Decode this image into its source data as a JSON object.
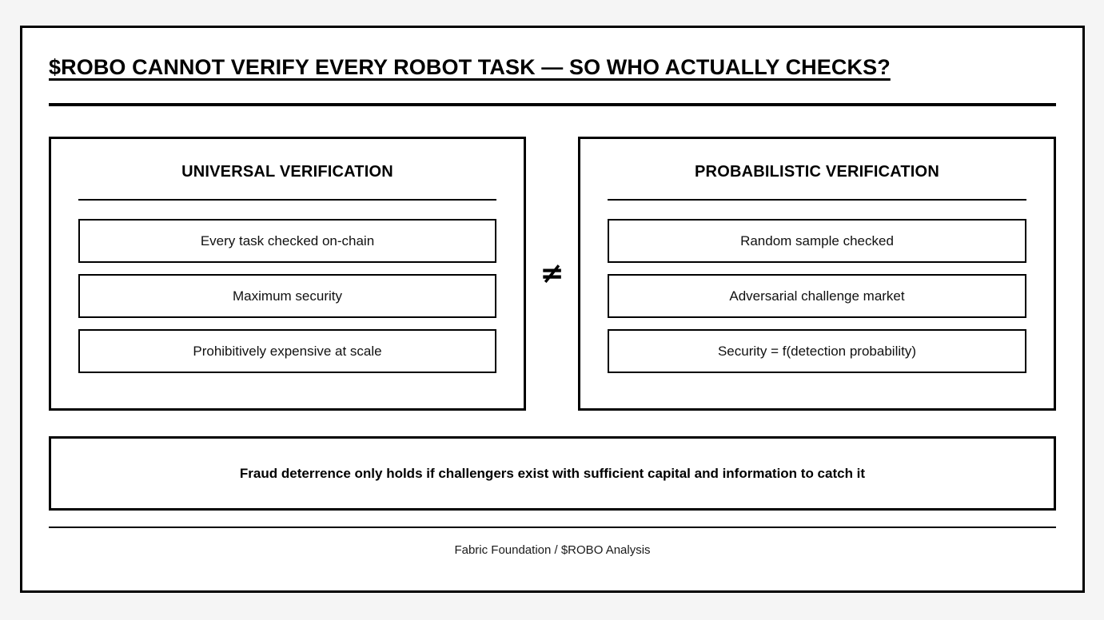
{
  "slide": {
    "title": "$ROBO CANNOT VERIFY EVERY ROBOT TASK — SO WHO ACTUALLY CHECKS?",
    "comparison_operator": "≠",
    "callout": "Fraud deterrence only holds if challengers exist with sufficient capital and information to catch it",
    "footer": "Fabric Foundation / $ROBO Analysis",
    "colors": {
      "page_background": "#f5f5f5",
      "card_background": "#ffffff",
      "border": "#000000",
      "text": "#000000",
      "footer_text": "#1a1a1a"
    }
  },
  "columns": [
    {
      "heading": "UNIVERSAL VERIFICATION",
      "items": [
        "Every task checked on-chain",
        "Maximum security",
        "Prohibitively expensive at scale"
      ]
    },
    {
      "heading": "PROBABILISTIC VERIFICATION",
      "items": [
        "Random sample checked",
        "Adversarial challenge market",
        "Security = f(detection probability)"
      ]
    }
  ]
}
